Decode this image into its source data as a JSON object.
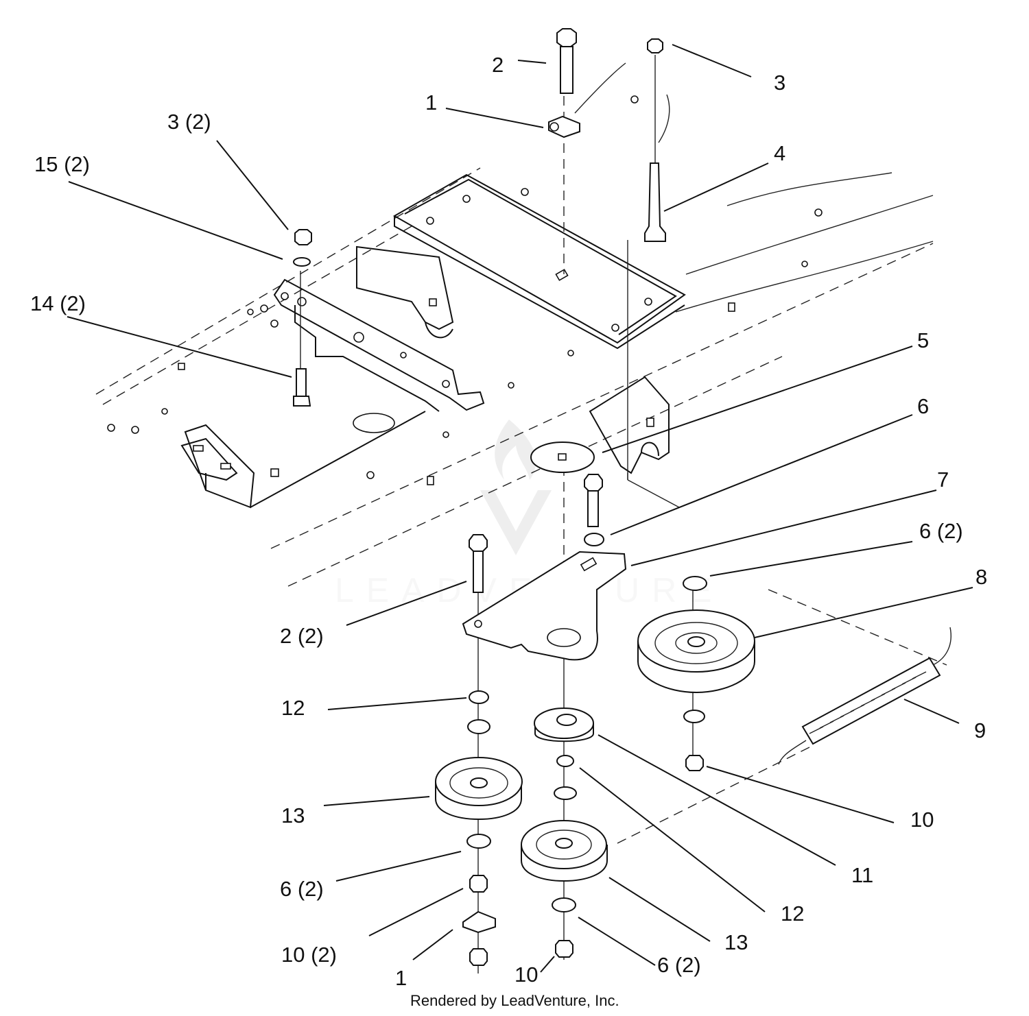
{
  "callouts": [
    {
      "id": "c1",
      "text": "1"
    },
    {
      "id": "c2",
      "text": "2"
    },
    {
      "id": "c3",
      "text": "3"
    },
    {
      "id": "c3x2",
      "text": "3 (2)"
    },
    {
      "id": "c15x2",
      "text": "15 (2)"
    },
    {
      "id": "c4",
      "text": "4"
    },
    {
      "id": "c14x2",
      "text": "14 (2)"
    },
    {
      "id": "c5",
      "text": "5"
    },
    {
      "id": "c6",
      "text": "6"
    },
    {
      "id": "c7",
      "text": "7"
    },
    {
      "id": "c6x2a",
      "text": "6 (2)"
    },
    {
      "id": "c8",
      "text": "8"
    },
    {
      "id": "c2x2",
      "text": "2 (2)"
    },
    {
      "id": "c12a",
      "text": "12"
    },
    {
      "id": "c9",
      "text": "9"
    },
    {
      "id": "c13a",
      "text": "13"
    },
    {
      "id": "c10a",
      "text": "10"
    },
    {
      "id": "c11",
      "text": "11"
    },
    {
      "id": "c6x2b",
      "text": "6 (2)"
    },
    {
      "id": "c12b",
      "text": "12"
    },
    {
      "id": "c10x2",
      "text": "10 (2)"
    },
    {
      "id": "c13b",
      "text": "13"
    },
    {
      "id": "c1b",
      "text": "1"
    },
    {
      "id": "c10b",
      "text": "10"
    },
    {
      "id": "c6x2c",
      "text": "6 (2)"
    }
  ],
  "watermark": "LEADVENTURE",
  "footer": "Rendered by LeadVenture, Inc."
}
